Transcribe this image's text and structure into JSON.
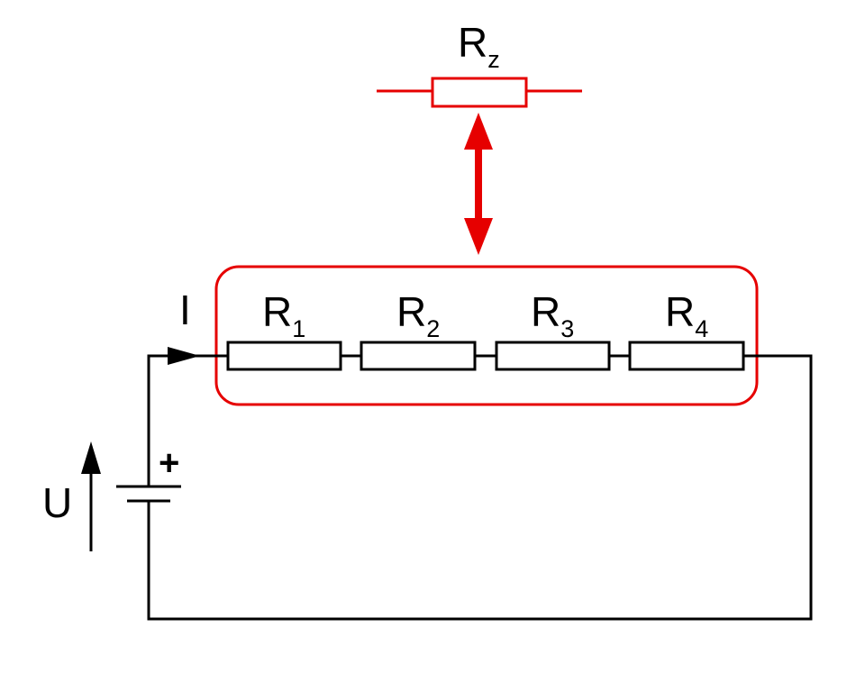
{
  "equivalent_resistor": {
    "symbol": "R",
    "subscript": "z"
  },
  "resistors": [
    {
      "symbol": "R",
      "subscript": "1"
    },
    {
      "symbol": "R",
      "subscript": "2"
    },
    {
      "symbol": "R",
      "subscript": "3"
    },
    {
      "symbol": "R",
      "subscript": "4"
    }
  ],
  "current_label": "I",
  "voltage_label": "U",
  "polarity_label": "+",
  "colors": {
    "circuit": "#000000",
    "highlight": "#e60000"
  }
}
